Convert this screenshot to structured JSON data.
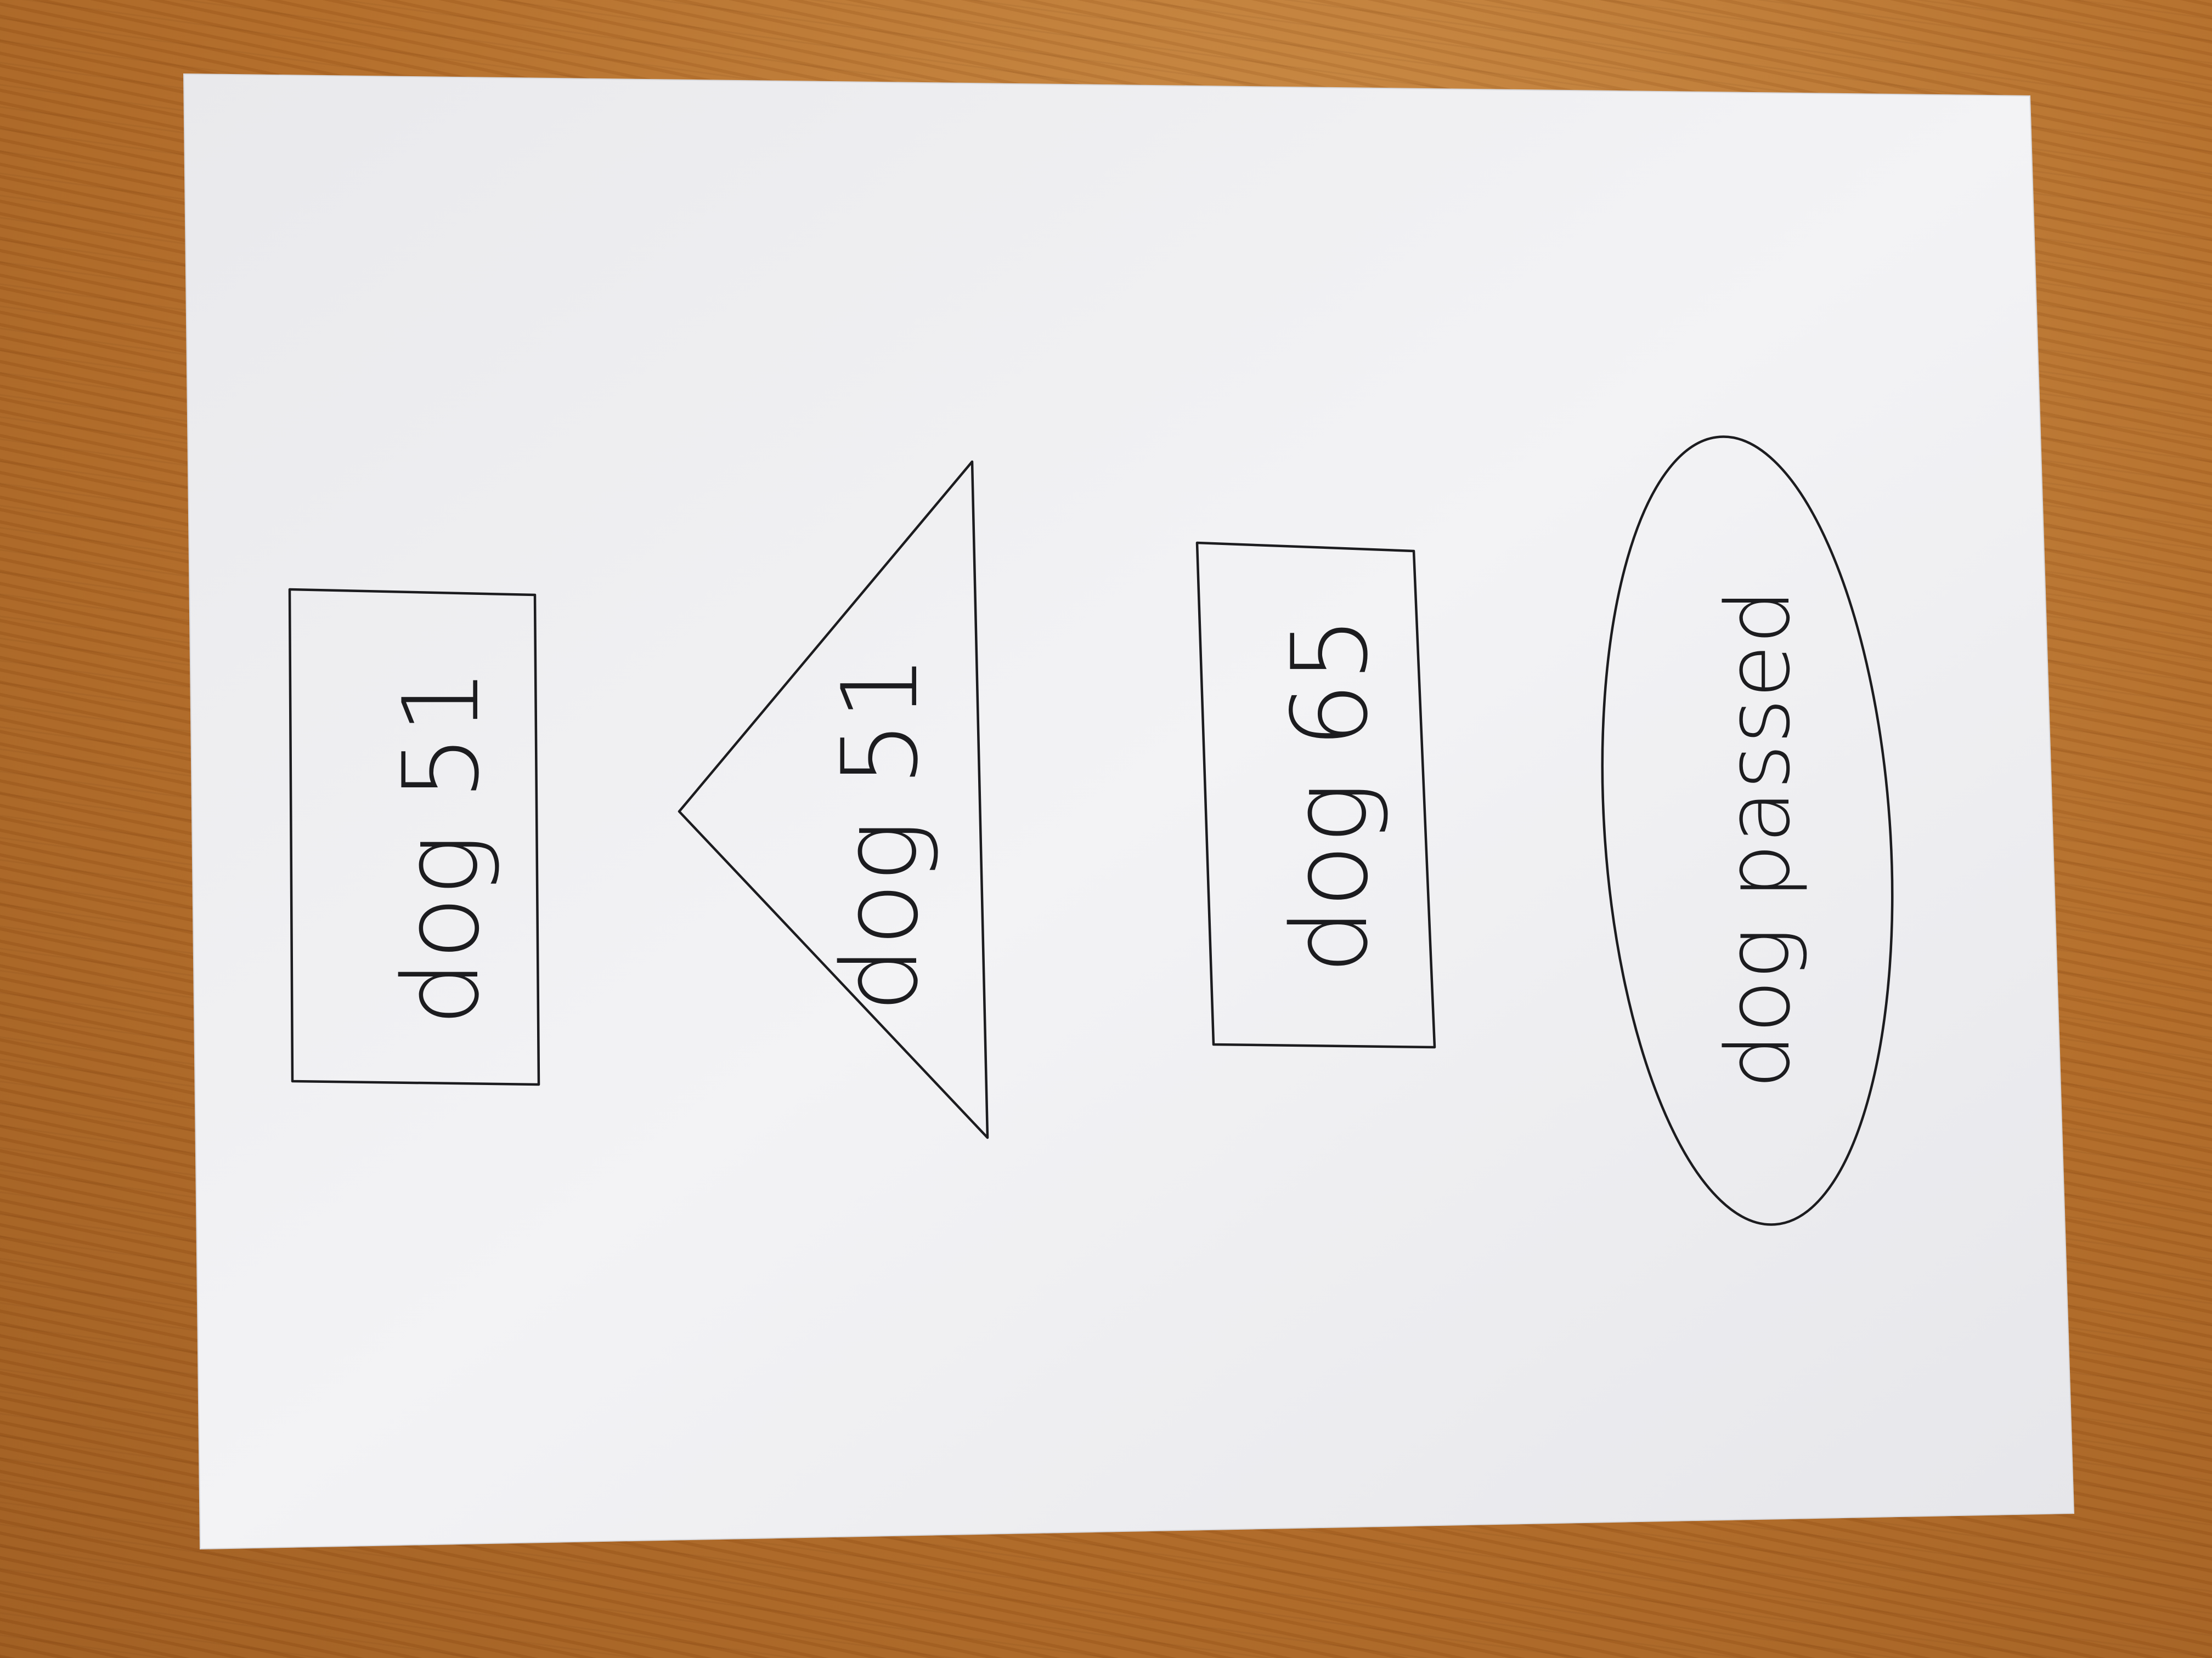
{
  "diagram": {
    "nodes": [
      {
        "id": "node-1",
        "shape": "rectangle",
        "label": "dog 51"
      },
      {
        "id": "node-2",
        "shape": "triangle",
        "label": "dog 51"
      },
      {
        "id": "node-3",
        "shape": "rectangle",
        "label": "dog 65"
      },
      {
        "id": "node-4",
        "shape": "ellipse",
        "label": "dog passed"
      }
    ]
  },
  "colors": {
    "paper": "#f1f1f3",
    "ink": "#1c1c1f",
    "desk": "#b8742e"
  }
}
